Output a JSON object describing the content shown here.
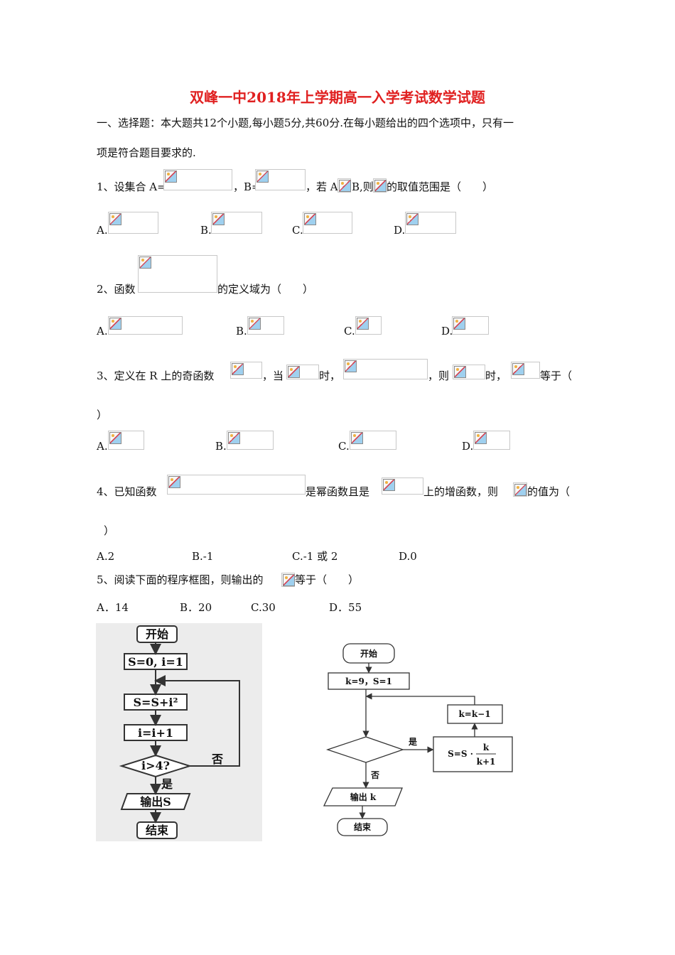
{
  "doc": {
    "title": "双峰一中2018年上学期高一入学考试数学试题",
    "section": {
      "line1": "一、选择题：本大题共12个小题,每小题5分,共60分.在每小题给出的四个选项中，只有一",
      "line2": "项是符合题目要求的."
    },
    "q1": {
      "t1": "1、设集合 A=",
      "t2": "，B=",
      "t3": "，若 A",
      "t4": "B,则",
      "t5": "的取值范围是（　　）",
      "opts": [
        "A.",
        "B.",
        "C.",
        "D."
      ]
    },
    "q2": {
      "t1": "2、函数",
      "t2": "的定义域为（　　）",
      "opts": [
        "A.",
        "B.",
        "C.",
        "D."
      ]
    },
    "q3": {
      "t1": "3、定义在 R 上的奇函数",
      "t2": "，当",
      "t3": "时，",
      "t4": "，则",
      "t5": "时，",
      "t6": "等于（",
      "t7": "）",
      "opts": [
        "A.",
        "B.",
        "C.",
        "D."
      ]
    },
    "q4": {
      "t1": "4、已知函数",
      "t2": "是幂函数且是",
      "t3": "上的增函数，则",
      "t4": "的值为（",
      "t5": "）",
      "opts": [
        "A.2",
        "B.-1",
        "C.-1 或 2",
        "D.0"
      ]
    },
    "q5": {
      "t1": "5、阅读下面的程序框图，则输出的",
      "t2": "等于（　　）",
      "opts": [
        "A．14",
        "B．20",
        "C.30",
        "D．55"
      ]
    },
    "flow1": {
      "start": "开始",
      "init": "S=0, i=1",
      "step1": "S=S+i²",
      "step2": "i=i+1",
      "cond": "i>4?",
      "no": "否",
      "yes": "是",
      "out": "输出S",
      "end": "结束"
    },
    "flow2": {
      "start": "开始",
      "init": "k=9，S=1",
      "yes": "是",
      "no": "否",
      "dec": "k=k−1",
      "assign_lhs": "S=S ·",
      "frac_num": "k",
      "frac_den": "k+1",
      "out": "输出 k",
      "end": "结束"
    }
  }
}
